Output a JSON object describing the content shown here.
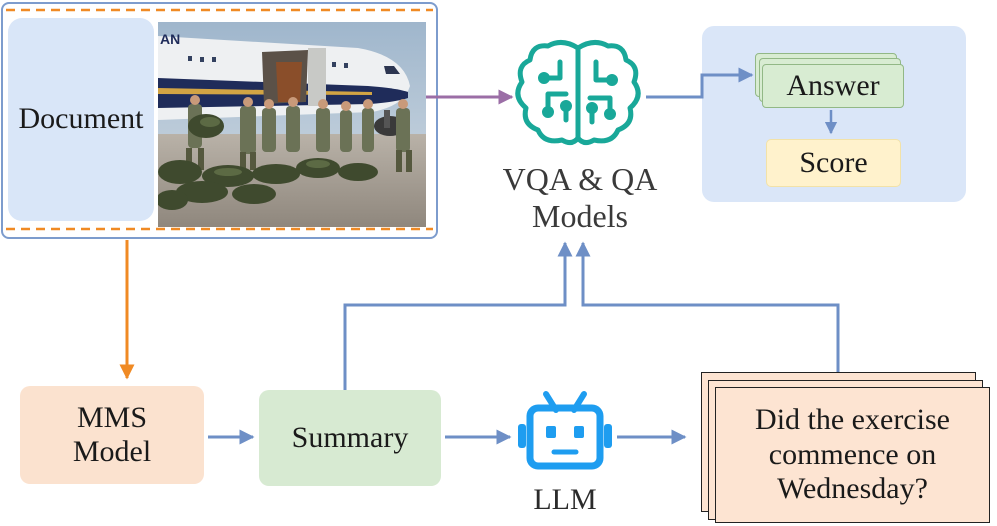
{
  "document": {
    "label": "Document"
  },
  "models": {
    "label_line1": "VQA & QA",
    "label_line2": "Models"
  },
  "answer": {
    "label": "Answer"
  },
  "score": {
    "label": "Score"
  },
  "mms": {
    "label_line1": "MMS",
    "label_line2": "Model"
  },
  "summary": {
    "label": "Summary"
  },
  "llm": {
    "label": "LLM"
  },
  "question": {
    "line1": "Did the exercise",
    "line2": "commence on",
    "line3": "Wednesday?"
  },
  "colors": {
    "frame_blue": "#7d9ccd",
    "dashed_orange": "#f08a24",
    "arrow_blue": "#6e8fc6",
    "arrow_orange": "#f08a24",
    "arrow_purple": "#9b6ea6",
    "brain_teal": "#19a899",
    "robot_blue": "#1e9df0",
    "document_fill": "#d9e6f8",
    "answer_fill": "#d8ecd2",
    "score_fill": "#fff2cc",
    "mms_fill": "#fbe2cf",
    "summary_fill": "#d7ead2",
    "question_fill": "#fde4d2"
  },
  "icons": {
    "models": "brain-circuit-icon",
    "llm": "robot-icon"
  }
}
